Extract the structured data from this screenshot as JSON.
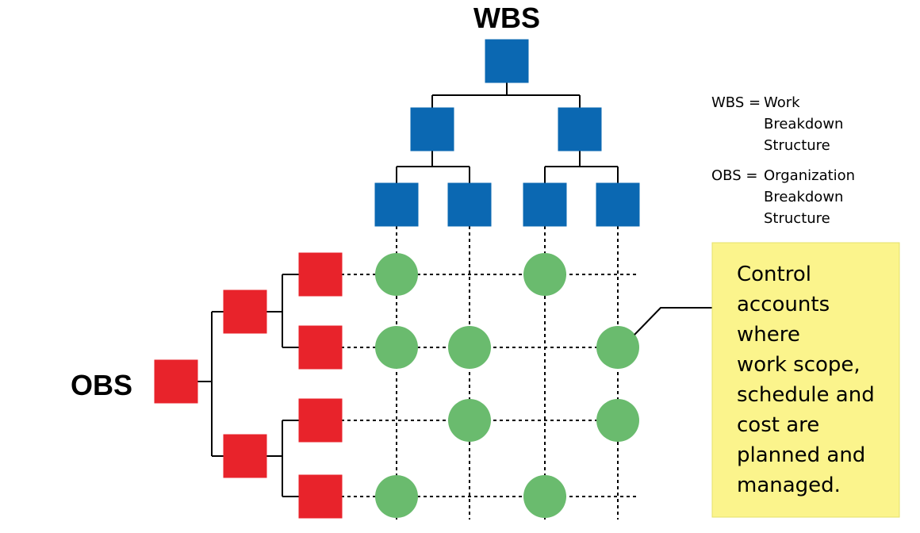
{
  "colors": {
    "wbs_box": "#0b68b2",
    "obs_box": "#e8232b",
    "control_account": "#6abb6e",
    "callout_fill": "#fbf48c",
    "callout_border": "#e6e06a",
    "line": "#000000"
  },
  "wbs": {
    "title": "WBS",
    "levels": [
      1,
      2,
      4
    ]
  },
  "obs": {
    "title": "OBS",
    "levels": [
      1,
      2,
      4
    ]
  },
  "legend": {
    "wbs_term": "WBS =",
    "wbs_lines": [
      "Work",
      "Breakdown",
      "Structure"
    ],
    "obs_term": "OBS =",
    "obs_lines": [
      "Organization",
      "Breakdown",
      "Structure"
    ]
  },
  "control_accounts": {
    "rows": [
      [
        true,
        false,
        true,
        false
      ],
      [
        true,
        true,
        false,
        true
      ],
      [
        false,
        true,
        false,
        true
      ],
      [
        true,
        false,
        true,
        false
      ]
    ]
  },
  "callout": {
    "lines": [
      "Control",
      "accounts",
      "where",
      "work scope,",
      "schedule and",
      "cost are",
      "planned and",
      "managed."
    ]
  }
}
